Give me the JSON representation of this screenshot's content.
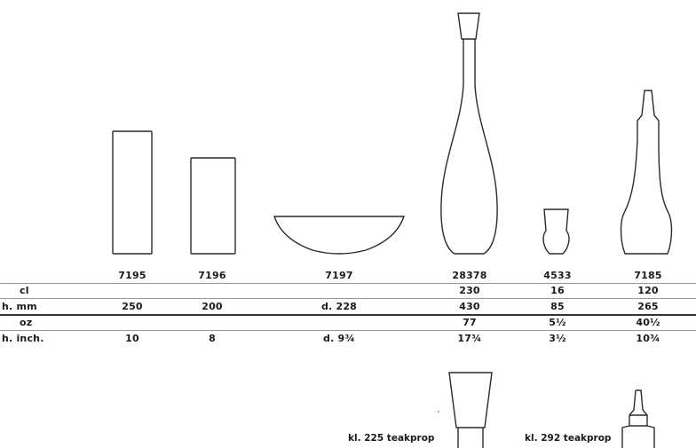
{
  "products": [
    {
      "id": "7195",
      "cl": "",
      "h_mm": "250",
      "oz": "",
      "h_inch": "10"
    },
    {
      "id": "7196",
      "cl": "",
      "h_mm": "200",
      "oz": "",
      "h_inch": "8"
    },
    {
      "id": "7197",
      "cl": "",
      "h_mm": "d. 228",
      "oz": "",
      "h_inch": "d. 9¾"
    },
    {
      "id": "28378",
      "cl": "230",
      "h_mm": "430",
      "oz": "77",
      "h_inch": "17¾"
    },
    {
      "id": "4533",
      "cl": "16",
      "h_mm": "85",
      "oz": "5½",
      "h_inch": "3½"
    },
    {
      "id": "7185",
      "cl": "120",
      "h_mm": "265",
      "oz": "40½",
      "h_inch": "10¾"
    }
  ],
  "row_labels": {
    "cl": "cl",
    "h_mm": "h. mm",
    "oz": "oz",
    "h_inch": "h. inch."
  },
  "stoppers": [
    {
      "label": "kl. 225 teakprop"
    },
    {
      "label": "kl. 292 teakprop"
    }
  ]
}
